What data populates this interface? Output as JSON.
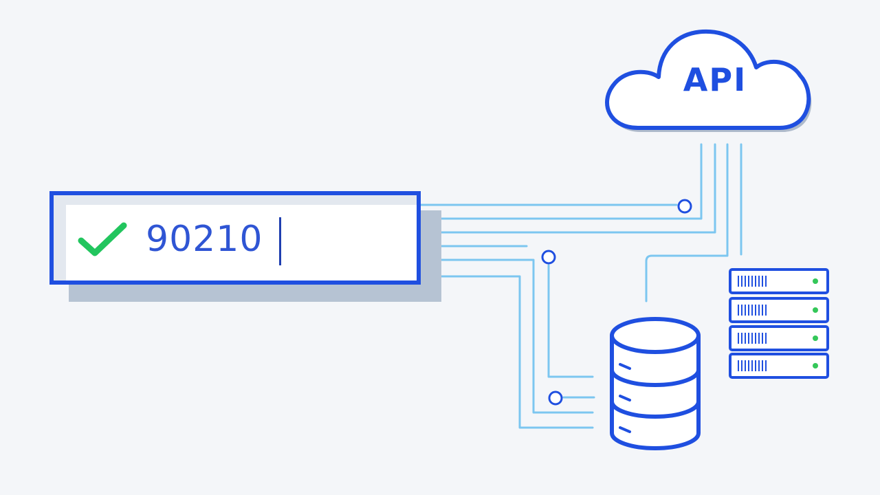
{
  "input": {
    "value": "90210",
    "status_icon": "check-icon",
    "status": "valid"
  },
  "cloud": {
    "label": "API"
  },
  "database": {
    "icon": "database-icon",
    "disk_count": 3
  },
  "server": {
    "icon": "server-rack-icon",
    "unit_count": 4
  },
  "colors": {
    "background": "#f4f6f9",
    "primary": "#1f4fe0",
    "connector": "#7cc6f0",
    "check": "#22c55e",
    "led": "#34c759",
    "shadow": "#b6c3d3"
  }
}
